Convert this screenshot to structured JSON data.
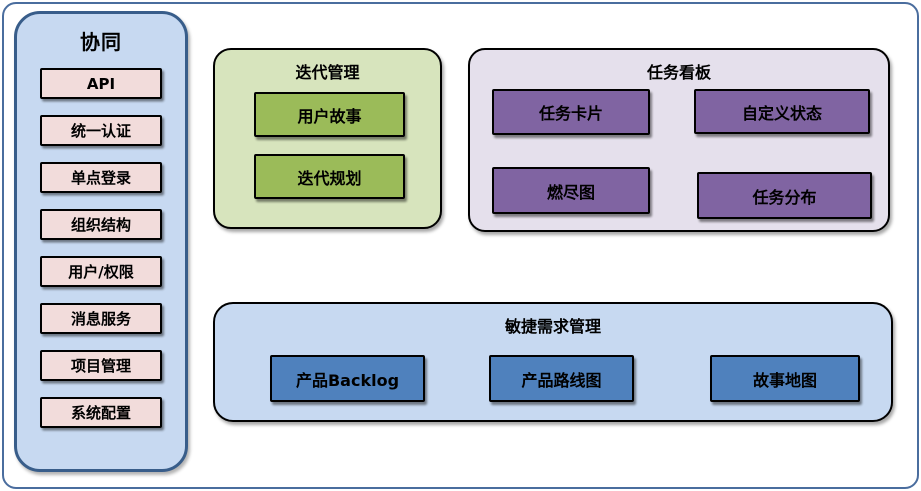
{
  "sidebar": {
    "title": "协同",
    "items": [
      "API",
      "统一认证",
      "单点登录",
      "组织结构",
      "用户/权限",
      "消息服务",
      "项目管理",
      "系统配置"
    ]
  },
  "sections": {
    "iteration": {
      "title": "迭代管理",
      "items": [
        "用户故事",
        "迭代规划"
      ]
    },
    "kanban": {
      "title": "任务看板",
      "items": [
        "任务卡片",
        "自定义状态",
        "燃尽图",
        "任务分布"
      ]
    },
    "agile": {
      "title": "敏捷需求管理",
      "items": [
        "产品Backlog",
        "产品路线图",
        "故事地图"
      ]
    }
  },
  "colors": {
    "accent_blue": "#4F81BD",
    "light_blue": "#C7D9F1",
    "pink": "#F2DCDB",
    "light_green": "#D7E4BD",
    "green": "#9BBB59",
    "light_purple": "#E5E0EC",
    "purple": "#8064A2",
    "frame_border": "#4A6D9E",
    "sidebar_border": "#385D8A",
    "box_border": "#000000"
  }
}
